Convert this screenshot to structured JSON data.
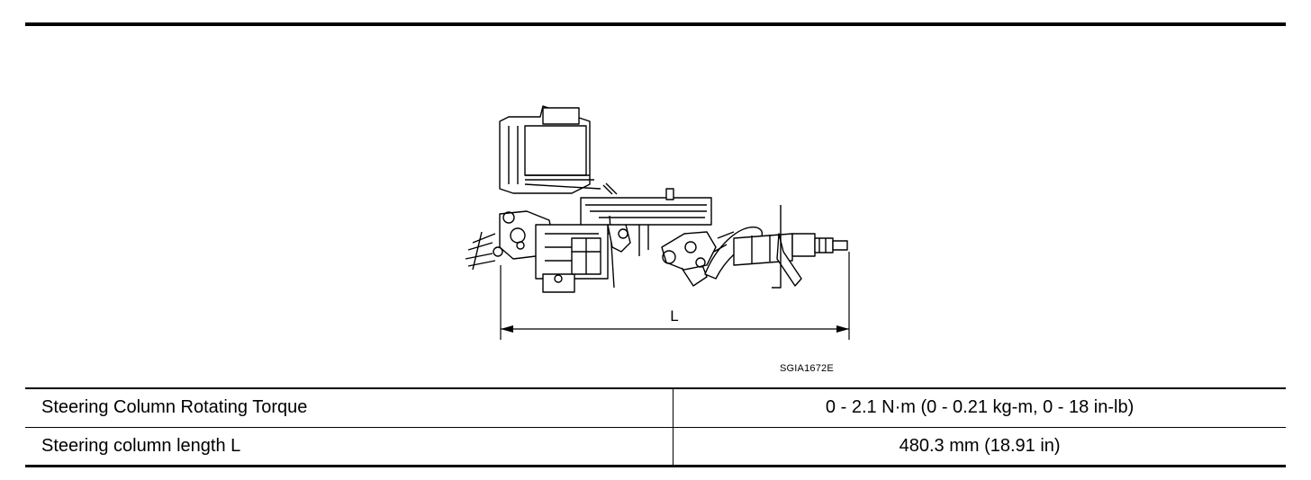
{
  "figure": {
    "dimension_label": "L",
    "code": "SGIA1672E"
  },
  "spec_table": {
    "rows": [
      {
        "item": "Steering Column Rotating Torque",
        "value": "0 - 2.1 N·m (0 - 0.21 kg-m, 0 - 18 in-lb)"
      },
      {
        "item": "Steering column length L",
        "value": "480.3 mm (18.91 in)"
      }
    ]
  }
}
